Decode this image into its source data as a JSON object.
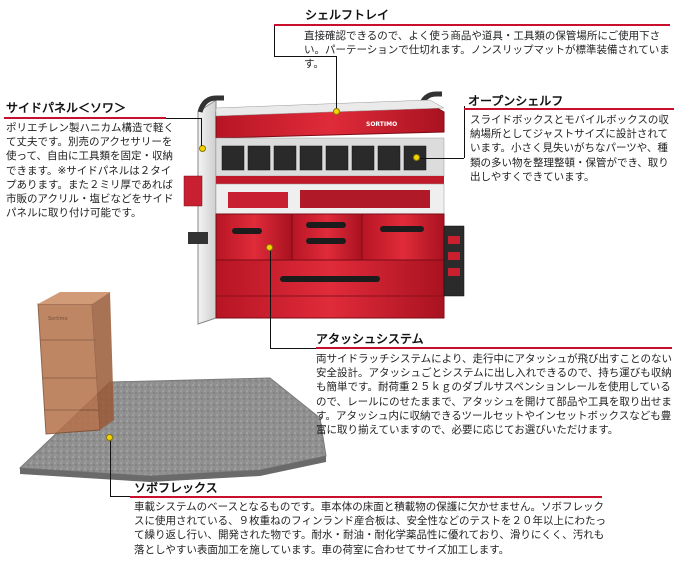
{
  "sections": {
    "shelf_tray": {
      "title": "シェルフトレイ",
      "text": "直接確認できるので、よく使う商品や道具・工具類の保管場所にご使用下さい。パーテーションで仕切れます。ノンスリップマットが標準装備されています。"
    },
    "side_panel": {
      "title": "サイドパネル＜ソワ＞",
      "text": "ポリエチレン製ハニカム構造で軽くて丈夫です。別売のアクセサリーを使って、自由に工具類を固定・収納できます。※サイドパネルは２タイプあります。また２ミリ厚であれば市販のアクリル・塩ビなどをサイドパネルに取り付け可能です。"
    },
    "open_shelf": {
      "title": "オープンシェルフ",
      "text": "スライドボックスとモバイルボックスの収納場所としてジャストサイズに設計されています。小さく見失いがちなパーツや、種類の多い物を整理整頓・保管ができ、取り出しやすくできています。"
    },
    "attache_system": {
      "title": "アタッシュシステム",
      "text": "両サイドラッチシステムにより、走行中にアタッシュが飛び出すことのない安全設計。アタッシュごとシステムに出し入れできるので、持ち運びも収納も簡単です。耐荷重２５ｋｇのダブルサスペンションレールを使用しているので、レールにのせたままで、アタッシュを開けて部品や工具を取り出せます。アタッシュ内に収納できるツールセットやインセットボックスなども豊富に取り揃えていますので、必要に応じてお選びいただけます。"
    },
    "soboflex": {
      "title": "ソボフレックス",
      "text": "車載システムのベースとなるものです。車本体の床面と積載物の保護に欠かせません。ソボフレックスに使用されている、９枚重ねのフィンランド産合板は、安全性などのテストを２０年以上にわたって繰り返し行い、開発された物です。耐水・耐油・耐化学薬品性に優れており、滑りにくく、汚れも落としやすい表面加工を施しています。車の荷室に合わせてサイズ加工します。"
    }
  },
  "logos": {
    "unit_logo": "SORTIMO",
    "side_logo": "Sortimo"
  },
  "colors": {
    "accent_rule": "#c8102e",
    "cabinet_red": "#d42030",
    "marker_yellow": "#f3d400"
  }
}
